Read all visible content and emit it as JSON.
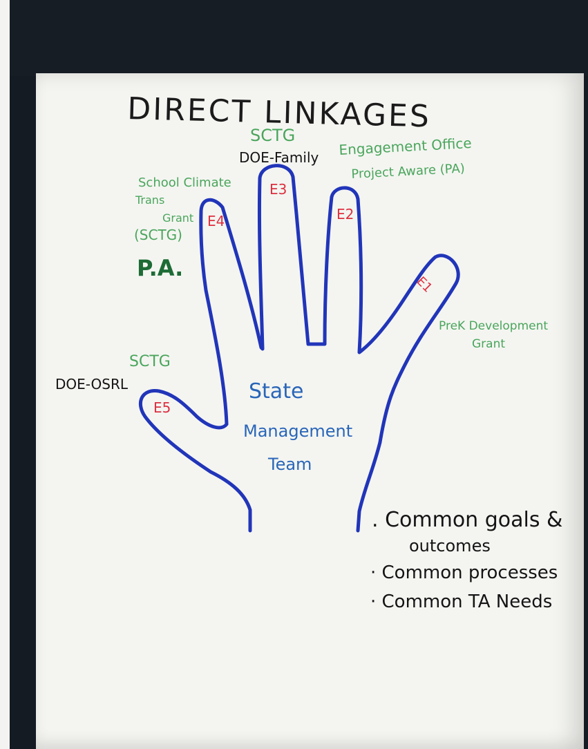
{
  "title": "DIRECT LINKAGES",
  "center_label": [
    "State",
    "Management",
    "Team"
  ],
  "fingers": {
    "e1": "E1",
    "e2": "E2",
    "e3": "E3",
    "e4": "E4",
    "e5": "E5"
  },
  "top_labels": {
    "sctg": "SCTG",
    "doe_family": "DOE-Family",
    "engagement_office": "Engagement Office",
    "project_aware": "Project Aware (PA)"
  },
  "left_labels": {
    "school_climate": "School Climate",
    "trans": "Trans",
    "grant": "Grant",
    "sctg_paren": "(SCTG)",
    "pa": "P.A."
  },
  "right_labels": {
    "prek": "PreK Development",
    "grant": "Grant"
  },
  "thumb_labels": {
    "sctg": "SCTG",
    "doe_osrl": "DOE-OSRL"
  },
  "notes": [
    ". Common goals &",
    "outcomes",
    "· Common processes",
    "· Common TA Needs"
  ],
  "colors": {
    "hand_outline": "#2135b9",
    "finger_labels": "#de2f3f",
    "green_text": "#4aa55c",
    "blue_text": "#2a66b8"
  }
}
